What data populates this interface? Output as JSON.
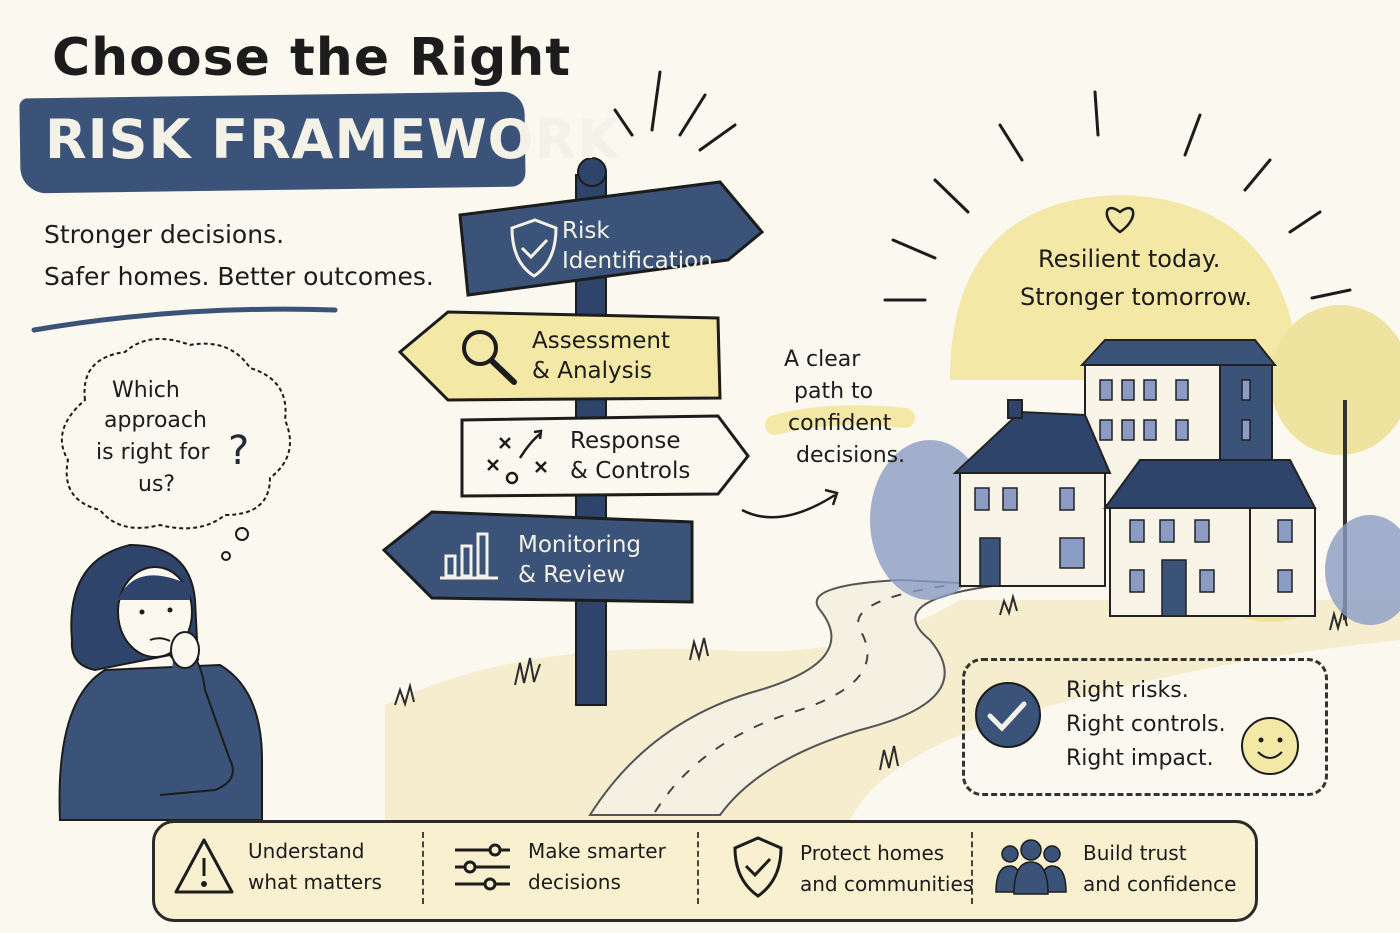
{
  "title": "Choose the Right",
  "banner": "RISK FRAMEWORK",
  "tagline": [
    "Stronger decisions.",
    "Safer homes. Better outcomes."
  ],
  "thought_bubble": [
    "Which",
    "approach",
    "is right for",
    "us?"
  ],
  "thought_mark": "?",
  "signs": [
    {
      "label": "Risk\nIdentification",
      "icon": "shield-check-icon"
    },
    {
      "label": "Assessment\n& Analysis",
      "icon": "magnifier-icon"
    },
    {
      "label": "Response\n& Controls",
      "icon": "strategy-icon"
    },
    {
      "label": "Monitoring\n& Review",
      "icon": "bar-chart-icon"
    }
  ],
  "path_note": [
    "A clear",
    "path to",
    "confident",
    "decisions."
  ],
  "sun_message": [
    "Resilient today.",
    "Stronger tomorrow."
  ],
  "outcome_card": [
    "Right risks.",
    "Right controls.",
    "Right impact."
  ],
  "features": [
    {
      "label": "Understand\nwhat matters",
      "icon": "warning-triangle-icon"
    },
    {
      "label": "Make smarter\ndecisions",
      "icon": "sliders-icon"
    },
    {
      "label": "Protect homes\nand communities",
      "icon": "shield-check-icon"
    },
    {
      "label": "Build trust\nand confidence",
      "icon": "people-icon"
    }
  ],
  "colors": {
    "navy": "#3b5378",
    "yellow": "#f4e8a6",
    "cream": "#fbf8ef",
    "ink": "#1c1c1c"
  }
}
